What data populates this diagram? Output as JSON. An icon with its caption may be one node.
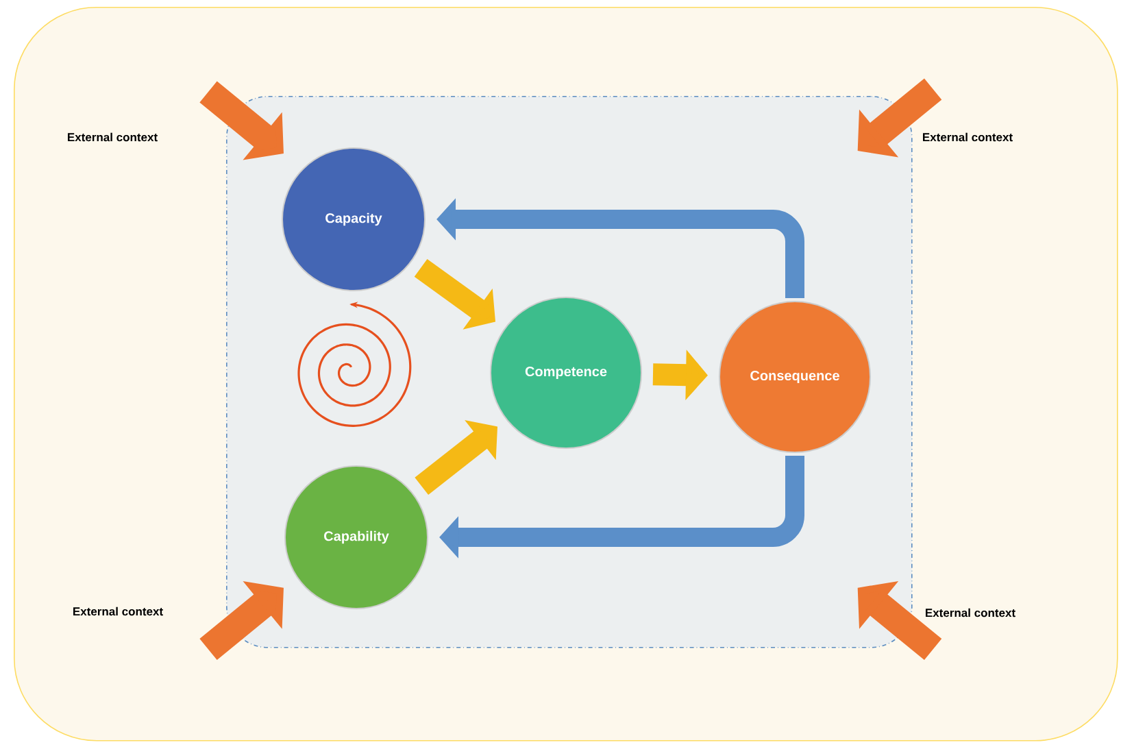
{
  "diagram": {
    "nodes": [
      {
        "text": [],
        "shape": "box"
      },
      {
        "text": [],
        "shape": "box",
        "in": 0
      },
      {
        "text": [
          "Capacity"
        ],
        "in": 1
      },
      {
        "text": [
          "Competence"
        ],
        "in": 1
      },
      {
        "text": [
          "Consequence"
        ],
        "in": 1
      },
      {
        "text": [
          "Capability"
        ],
        "in": 1
      }
    ],
    "edges": [
      {
        "from": 2,
        "to": 3,
        "arrow": "to",
        "color": "#f5b915"
      },
      {
        "from": 5,
        "to": 3,
        "arrow": "to",
        "color": "#f5b915"
      },
      {
        "from": 3,
        "to": 4,
        "arrow": "to",
        "color": "#f5b915"
      },
      {
        "from": 4,
        "to": 2,
        "arrow": "to",
        "color": "#5b8fc9"
      },
      {
        "from": 4,
        "to": 5,
        "arrow": "to",
        "color": "#5b8fc9"
      },
      {
        "from": null,
        "to": 1,
        "arrow": "to",
        "color": "#ec7530"
      },
      {
        "from": null,
        "to": 1,
        "arrow": "to",
        "color": "#ec7530"
      },
      {
        "from": null,
        "to": 1,
        "arrow": "to",
        "color": "#ec7530"
      },
      {
        "from": null,
        "to": 1,
        "arrow": "to",
        "color": "#ec7530"
      }
    ],
    "labels": [
      "External context",
      "External context",
      "External context",
      "External context"
    ]
  }
}
